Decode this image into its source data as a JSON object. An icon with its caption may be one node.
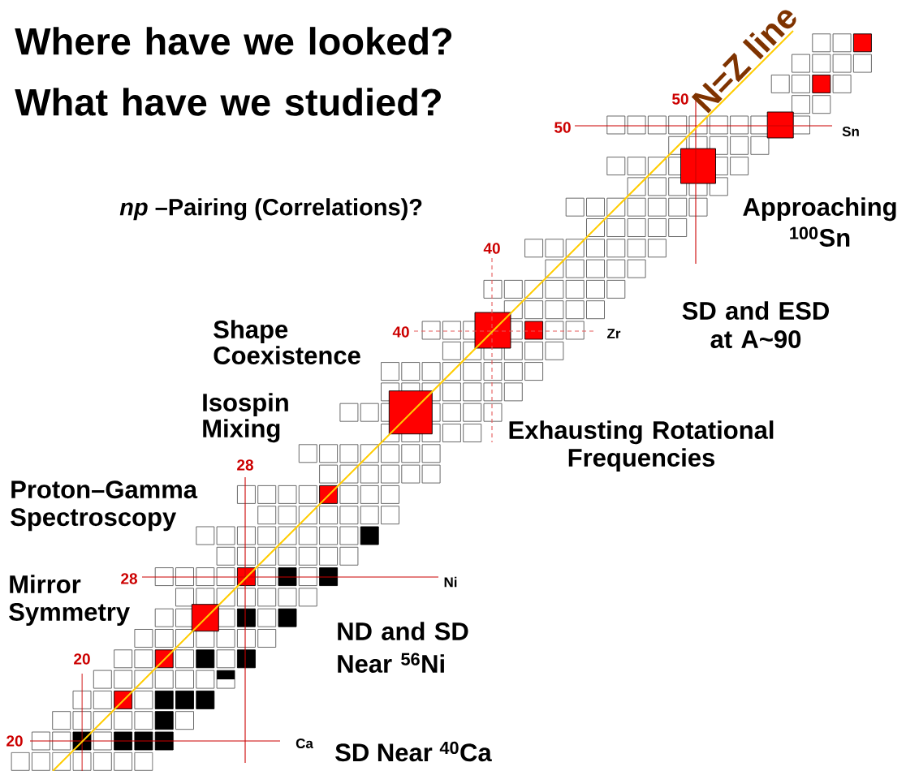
{
  "diagram": {
    "title": "Where have we looked? What have we studied?",
    "labels": [
      "N=Z line",
      "50",
      "50",
      "Sn",
      "*np* –Pairing (Correlations)?",
      "Approaching $^{100}$Sn",
      "40",
      "Shape Coexistence",
      "40",
      "Zr",
      "SD and ESD at A~90",
      "Isospin Mixing",
      "Exhausting Rotational Frequencies",
      "28",
      "Proton–Gamma Spectroscopy",
      "28",
      "Ni",
      "Mirror Symmetry",
      "ND and SD Near $^{56}$Ni",
      "20",
      "20",
      "Ca",
      "SD Near $^{40}$Ca"
    ]
  }
}
